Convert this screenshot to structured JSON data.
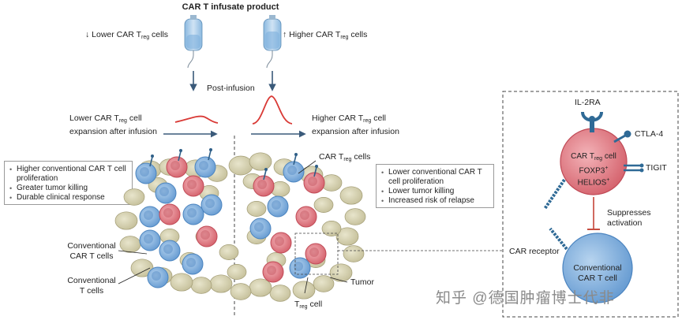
{
  "header": {
    "title": "CAR T infusate product"
  },
  "infusate": {
    "lower_prefix": "↓ Lower CAR T",
    "lower_sub": "reg",
    "lower_suffix": " cells",
    "higher_prefix": "↑ Higher CAR T",
    "higher_sub": "reg",
    "higher_suffix": " cells"
  },
  "post_infusion": "Post-infusion",
  "expansion": {
    "lower_line1_prefix": "Lower CAR T",
    "lower_line1_sub": "reg",
    "lower_line1_suffix": " cell",
    "lower_line2": "expansion after infusion",
    "higher_line1_prefix": "Higher CAR T",
    "higher_line1_sub": "reg",
    "higher_line1_suffix": " cell",
    "higher_line2": "expansion after infusion"
  },
  "left_box": {
    "items": [
      "Higher conventional CAR T cell proliferation",
      "Greater tumor killing",
      "Durable clinical response"
    ]
  },
  "right_box": {
    "items": [
      "Lower conventional CAR T cell proliferation",
      "Lower tumor killing",
      "Increased risk of relapse"
    ]
  },
  "labels": {
    "car_treg_prefix": "CAR T",
    "car_treg_sub": "reg",
    "car_treg_suffix": " cells",
    "conventional_car_t_line1": "Conventional",
    "conventional_car_t_line2": "CAR T cells",
    "conventional_t_line1": "Conventional",
    "conventional_t_line2": "T cells",
    "tumor": "Tumor",
    "treg_prefix": "T",
    "treg_sub": "reg",
    "treg_suffix": " cell"
  },
  "inset": {
    "il2ra": "IL-2RA",
    "ctla4": "CTLA-4",
    "tigit": "TIGIT",
    "cell_line1_prefix": "CAR T",
    "cell_line1_sub": "reg",
    "cell_line1_suffix": " cell",
    "foxp3": "FOXP3",
    "helios": "HELIOS",
    "plus": "+",
    "suppresses_line1": "Suppresses",
    "suppresses_line2": "activation",
    "car_receptor": "CAR receptor",
    "conv_line1": "Conventional",
    "conv_line2": "CAR T cell"
  },
  "watermark": "知乎 @德国肿瘤博士代非",
  "colors": {
    "blue_cell": "#7fb0de",
    "red_cell": "#e0707a",
    "tumor_cell": "#d4cfae",
    "arrow": "#3a5a7a",
    "curve": "#d93a36"
  }
}
